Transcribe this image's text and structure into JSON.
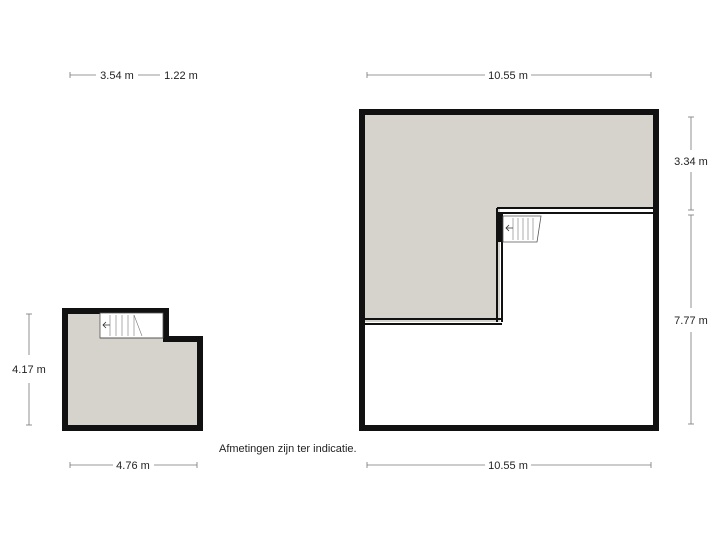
{
  "colors": {
    "wall": "#111111",
    "floor": "#d6d2cc",
    "dimension_line": "#777777",
    "background": "#ffffff"
  },
  "note": "Afmetingen zijn ter indicatie.",
  "dimensions": {
    "small_top_a": "3.54 m",
    "small_top_b": "1.22 m",
    "small_left": "4.17 m",
    "small_bottom": "4.76 m",
    "large_top": "10.55 m",
    "large_right_upper": "3.34 m",
    "large_right_lower": "7.77 m",
    "large_bottom": "10.55 m"
  },
  "icons": {
    "stairs_small": "stairs-icon",
    "stairs_large": "stairs-icon"
  }
}
